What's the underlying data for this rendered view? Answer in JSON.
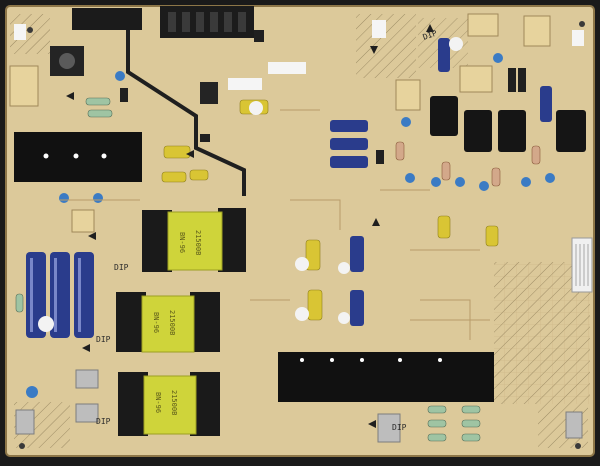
{
  "board": {
    "base_color": "#dcc99a",
    "trace_color": "#caa97a",
    "silk_color": "#3a3a3a",
    "heatsink_color": "#111111",
    "transformer_tape": "#cfd43a",
    "cap_blue": "#2a3c8c",
    "cap_yellow": "#d9c534",
    "cap_gray": "#b7b7b7"
  },
  "transformer_labels": [
    {
      "line1": "BN-96",
      "line2": "21500B"
    },
    {
      "line1": "BN-96",
      "line2": "21500B"
    },
    {
      "line1": "BN-96",
      "line2": "21500B"
    }
  ],
  "silk_labels": [
    {
      "text": "DIP"
    },
    {
      "text": "DIP"
    },
    {
      "text": "DIP"
    },
    {
      "text": "DIP"
    },
    {
      "text": "DIP"
    }
  ]
}
